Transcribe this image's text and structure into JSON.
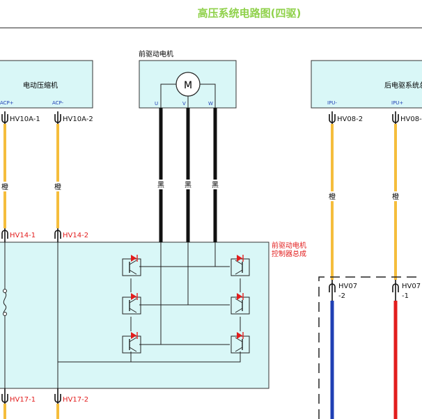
{
  "title": "高压系统电路图(四驱)",
  "colors": {
    "title": "#8fd14a",
    "box_fill": "#d9f7f7",
    "wire_orange": "#f5bd3c",
    "wire_black": "#111111",
    "wire_blue": "#1f3fb4",
    "wire_red": "#e21d1d",
    "connector_red": "#e21d1d",
    "diode": "#e21d1d"
  },
  "components": {
    "compressor": {
      "label": "电动压缩机",
      "pin_pos": "ACP+",
      "pin_neg": "ACP-"
    },
    "front_motor": {
      "header": "前驱动电机",
      "symbol": "M",
      "phases": [
        "U",
        "V",
        "W"
      ]
    },
    "rear_drive": {
      "label": "后电驱系统总",
      "pin_neg": "IPU-",
      "pin_pos": "IPU+"
    },
    "front_controller": {
      "label_line1": "前驱动电机",
      "label_line2": "控制器总成"
    }
  },
  "connectors": {
    "hv10a_1": "HV10A-1",
    "hv10a_2": "HV10A-2",
    "hv14_1": "HV14-1",
    "hv14_2": "HV14-2",
    "hv17_1": "HV17-1",
    "hv17_2": "HV17-2",
    "hv08_2": "HV08-2",
    "hv08_1": "HV08-",
    "hv07_2_a": "HV07",
    "hv07_2_b": "-2",
    "hv07_1_a": "HV07",
    "hv07_1_b": "-1"
  },
  "wire_colors": {
    "orange": "橙",
    "black": "黑"
  }
}
